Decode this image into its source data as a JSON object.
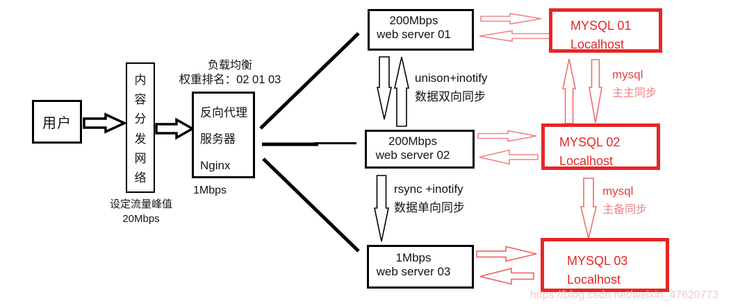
{
  "diagram": {
    "user_box": {
      "label": "用户"
    },
    "cdn_box": {
      "char_list": [
        "内",
        "容",
        "分",
        "发",
        "网",
        "络"
      ],
      "caption_line1": "设定流量峰值",
      "caption_line2": "20Mbps"
    },
    "load_balance": {
      "line1": "负载均衡",
      "line2": "权重排名：02 01 03"
    },
    "nginx_box": {
      "line1": "反向代理",
      "line2": "服务器",
      "line3": "Nginx",
      "caption": "1Mbps"
    },
    "web_servers": [
      {
        "bandwidth": "200Mbps",
        "name": "web server 01"
      },
      {
        "bandwidth": "200Mbps",
        "name": "web server 02"
      },
      {
        "bandwidth": "1Mbps",
        "name": "web server 03"
      }
    ],
    "mysql_nodes": [
      {
        "name": "MYSQL 01",
        "host": "Localhost"
      },
      {
        "name": "MYSQL 02",
        "host": "Localhost"
      },
      {
        "name": "MYSQL 03",
        "host": "Localhost"
      }
    ],
    "sync_labels": {
      "web12": {
        "line1": "unison+inotify",
        "line2": "数据双向同步"
      },
      "web23": {
        "line1": "rsync +inotify",
        "line2": "数据单向同步"
      },
      "db12": {
        "line1": "mysql",
        "line2": "主主同步"
      },
      "db23": {
        "line1": "mysql",
        "line2": "主备同步"
      }
    },
    "watermark": "https://blog.csdn.net/weixin_47620773",
    "colors": {
      "line_black": "#000000",
      "mysql_red": "#e62626",
      "arrow_red_light": "#f28282",
      "arrow_red": "#f26b6b",
      "label_red": "#e7403f",
      "label_red_light": "#f28080",
      "watermark_pink": "#f4c9c9"
    }
  }
}
